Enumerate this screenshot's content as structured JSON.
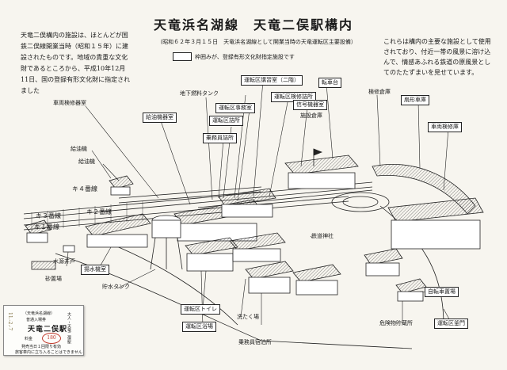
{
  "title": "天竜浜名湖線　天竜二俣駅構内",
  "intro": "天竜二俣構内の施設は、ほとんどが国鉄二俣線開業当時（昭和１５年）に建設されたものです。地域の貴重な文化財であるところから、平成10年12月11日、国の登録有形文化財に指定されました",
  "outro": "これらは構内の主要な施設として使用されており、付近一帯の風景に溶け込んで、情感あふれる鉄道の原風景としてのたたずまいを見せています。",
  "subtitle": "（昭和６２年３月１５日　天竜浜名湖線として開業当時の天竜運転区主要設備）",
  "legend": "枠囲みが、登録有形文化財指定施設です",
  "labels": {
    "kyuyuki1": "給油機",
    "kyuyuki2": "給油機",
    "shako": "車両検修器室",
    "kyuyuki_shitsu": "給油機器室",
    "chika_tank": "地下燃料タンク",
    "unten_kosyu": "運転区講習室（二階）",
    "unten_jimu": "運転区事務室",
    "unten_kenshu": "運転区検修詰所",
    "unten_kichi": "運転区詰所",
    "jomuin": "乗務員詰所",
    "shingo": "信号機器室",
    "shisetsu": "施設倉庫",
    "tenshadai": "転車台",
    "kensyu_soko": "検修倉庫",
    "shuzen": "扇形車庫",
    "kensyu_ko": "車両検修庫",
    "track4": "キ４番線",
    "track2": "キ２番線",
    "track3": "キ３番線",
    "track1": "キ１番線",
    "mizutorii": "水源井戸",
    "jyari": "砂置場",
    "shumizu": "揚水機室",
    "chosui": "貯水タンク",
    "toire": "運転区トイレ",
    "yokujo": "運転区浴場",
    "sentaku": "洗たく場",
    "shinto": "鉄道神社",
    "jitensha": "自転車置場",
    "kiken": "危険物貯蔵所",
    "unten_kama": "運転区釜門",
    "jotai": "乗務員宿泊所"
  },
  "ticket": {
    "line1": "（天竜浜名湖線）",
    "line2": "普通入場券",
    "station": "天竜二俣駅",
    "price": "180",
    "line3": "料金",
    "line4": "発売当日１回限り有効",
    "line5": "旅客車内に立ち入ることはできません",
    "date": "11.-2.-7",
    "right": "大人・天竜二俣駅"
  }
}
